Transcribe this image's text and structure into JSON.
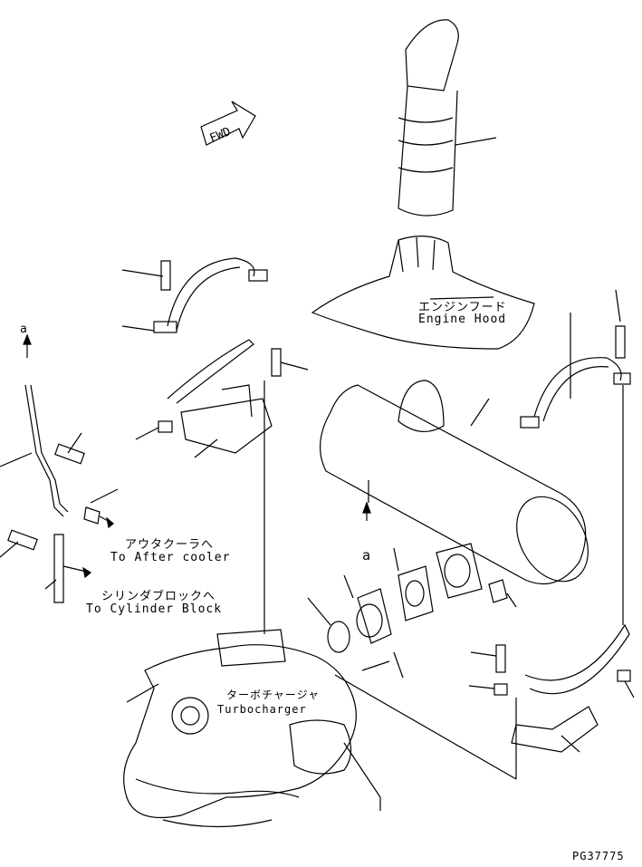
{
  "labels": {
    "engine_hood_jp": "エンジンフード",
    "engine_hood_en": "Engine Hood",
    "after_cooler_jp": "アウタクーラへ",
    "after_cooler_en": "To After cooler",
    "cylinder_block_jp": "シリンダブロックへ",
    "cylinder_block_en": "To Cylinder Block",
    "turbo_jp": "ターボチャージャ",
    "turbo_en": "Turbocharger",
    "fwd": "FWD",
    "view_a_top": "a",
    "view_a_mid": "a",
    "page_code": "PG37775"
  },
  "colors": {
    "line": "#000000",
    "background": "#ffffff"
  }
}
